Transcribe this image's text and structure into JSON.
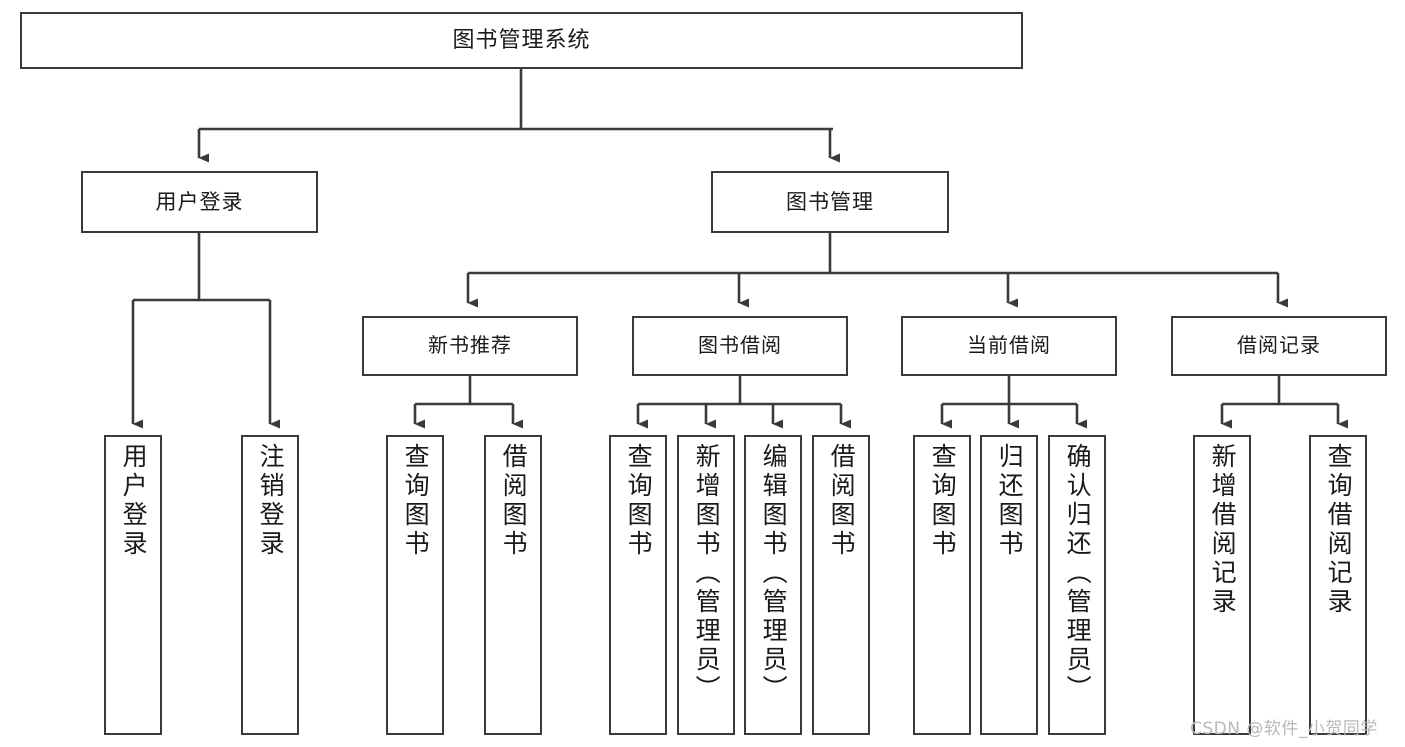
{
  "diagram": {
    "type": "tree",
    "title": "图书管理系统",
    "root": {
      "label": "图书管理系统"
    },
    "level2": [
      {
        "label": "用户登录"
      },
      {
        "label": "图书管理"
      }
    ],
    "level3": [
      {
        "label": "新书推荐"
      },
      {
        "label": "图书借阅"
      },
      {
        "label": "当前借阅"
      },
      {
        "label": "借阅记录"
      }
    ],
    "leaves_user_login": [
      {
        "label": "用户登录"
      },
      {
        "label": "注销登录"
      }
    ],
    "leaves_new_book": [
      {
        "label": "查询图书"
      },
      {
        "label": "借阅图书"
      }
    ],
    "leaves_borrow": [
      {
        "label": "查询图书"
      },
      {
        "label": "新增图书（管理员）"
      },
      {
        "label": "编辑图书（管理员）"
      },
      {
        "label": "借阅图书"
      }
    ],
    "leaves_current": [
      {
        "label": "查询图书"
      },
      {
        "label": "归还图书"
      },
      {
        "label": "确认归还（管理员）"
      }
    ],
    "leaves_record": [
      {
        "label": "新增借阅记录"
      },
      {
        "label": "查询借阅记录"
      }
    ]
  },
  "watermark": {
    "text": "CSDN @软件_小贺同学"
  },
  "colors": {
    "background": "#ffffff",
    "box_border": "#3a3a3a",
    "box_fill": "#ffffff",
    "connector": "#3a3a3a",
    "text": "#1a1a1a",
    "watermark": "#b9b9b9"
  }
}
